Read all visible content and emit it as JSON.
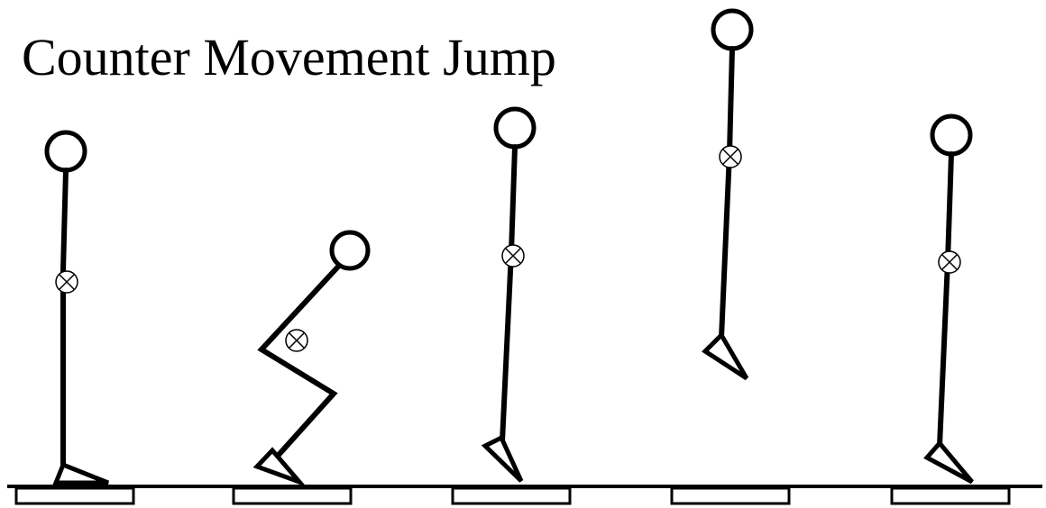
{
  "title": "Counter Movement Jump",
  "figures": [
    {
      "phase": "standing"
    },
    {
      "phase": "countermovement-squat"
    },
    {
      "phase": "take-off"
    },
    {
      "phase": "flight"
    },
    {
      "phase": "landing"
    }
  ],
  "force_plates": 5
}
